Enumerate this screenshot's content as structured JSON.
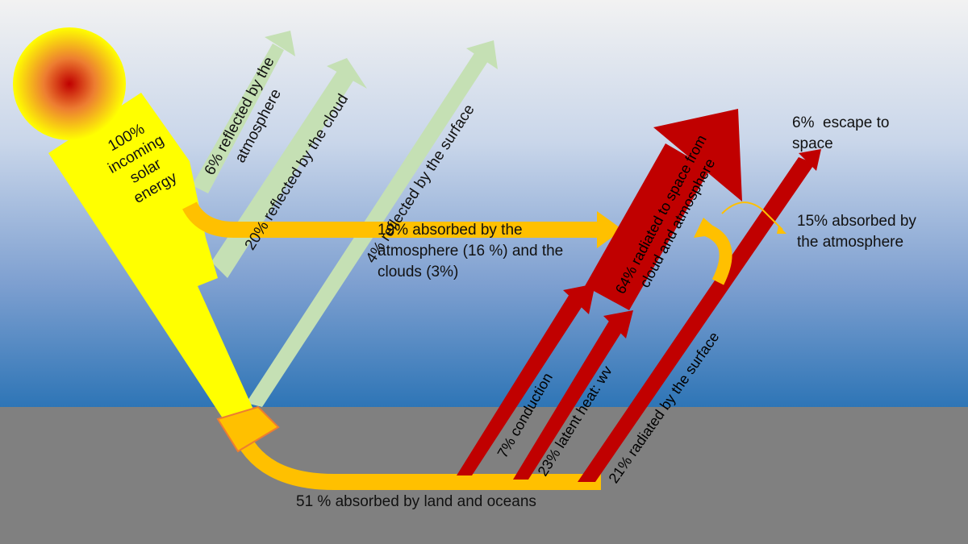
{
  "colors": {
    "sky_top": "#f2f2f2",
    "sky_bottom": "#2e75b6",
    "ground": "#808080",
    "solar_yellow": "#ffff00",
    "absorbed_orange": "#ffc000",
    "reflected_green": "#c5e0b4",
    "infrared_red": "#c00000",
    "sun_core": "#c00000",
    "sun_edge": "#ffff00"
  },
  "labels": {
    "incoming_solar": "100%\nincoming\nsolar\nenergy",
    "reflected_atmosphere": "6% reflected by the\natmosphere",
    "reflected_cloud": "20% reflected by the cloud",
    "reflected_surface": "4% reflected by the surface",
    "absorbed_atmosphere_clouds": "19% absorbed by the\natmosphere (16 %) and the\nclouds (3%)",
    "radiated_to_space": "64% radiated to space from\ncloud and atmosphere",
    "escape_to_space": "6%  escape to\nspace",
    "absorbed_by_atmosphere_ir": "15% absorbed by\nthe atmosphere",
    "conduction": "7% conduction",
    "latent_heat": "23% latent heat: wv",
    "radiated_by_surface": "21% radiated by the surface",
    "absorbed_land_oceans": "51 % absorbed by land and oceans"
  }
}
